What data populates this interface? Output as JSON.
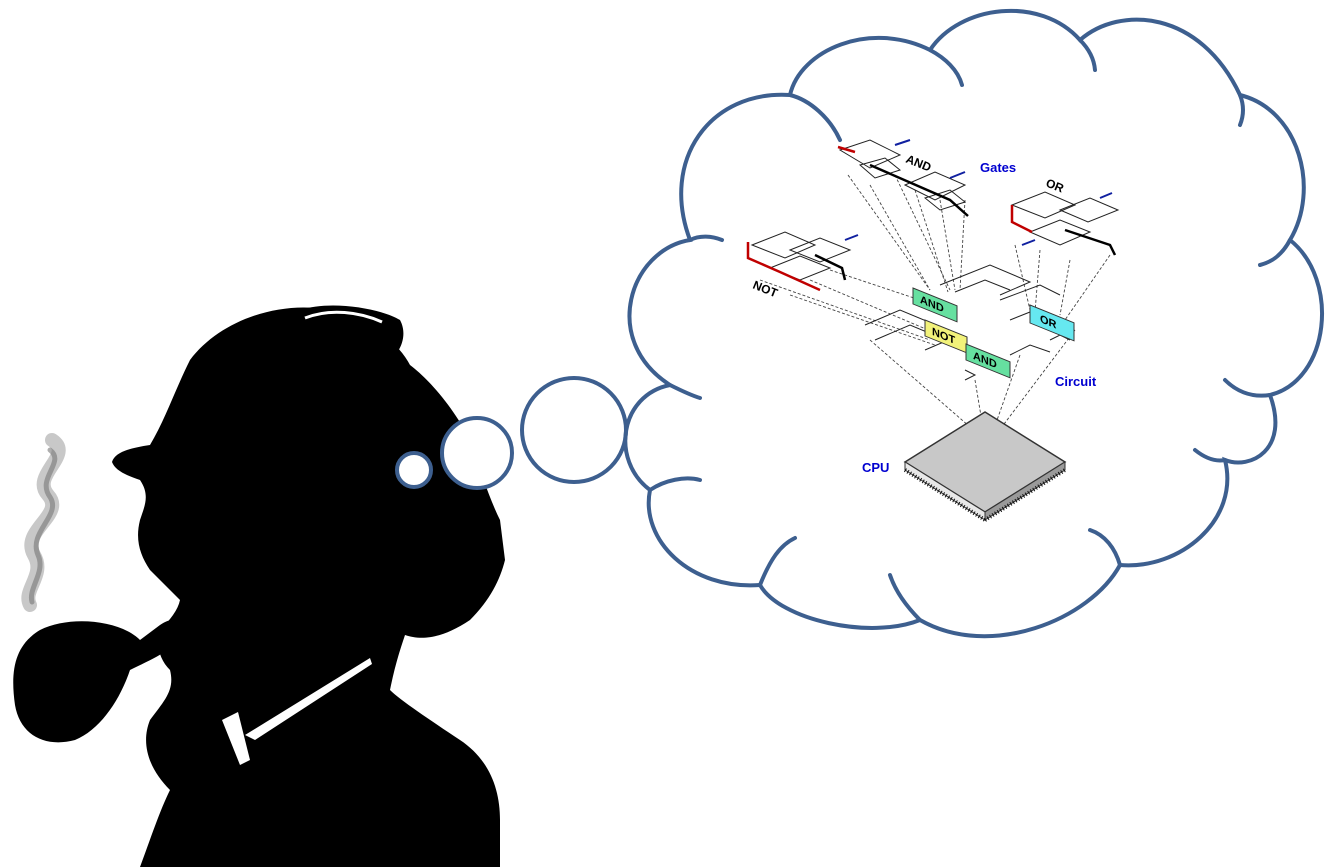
{
  "labels": {
    "gates": "Gates",
    "circuit": "Circuit",
    "cpu": "CPU"
  },
  "gate_diagrams": {
    "and": "AND",
    "or": "OR",
    "not": "NOT"
  },
  "circuit_boxes": {
    "and_top": "AND",
    "not": "NOT",
    "and_bottom": "AND",
    "or": "OR"
  },
  "colors": {
    "cloud_outline": "#3d5f8f",
    "label_text": "#0000d0",
    "and_box": "#66e0a0",
    "not_box": "#f2f27a",
    "or_box": "#66e8f0",
    "silhouette": "#000000",
    "chip": "#c8c8c8"
  },
  "icons": [
    "detective-silhouette",
    "pipe-smoke",
    "thought-bubble",
    "cpu-chip"
  ]
}
